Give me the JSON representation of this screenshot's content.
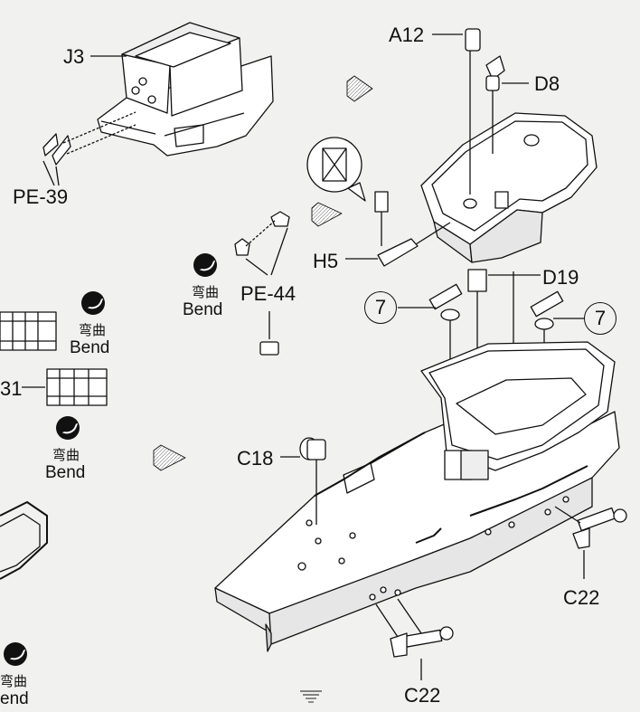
{
  "labels": {
    "j3": "J3",
    "pe39": "PE-39",
    "a12": "A12",
    "d8": "D8",
    "h5": "H5",
    "pe44": "PE-44",
    "d19": "D19",
    "step7_left": "7",
    "step7_right": "7",
    "c18": "C18",
    "c22_right": "C22",
    "c22_bottom": "C22",
    "b1_partial": "31"
  },
  "bend_notes": [
    {
      "cn": "弯曲",
      "en": "Bend"
    },
    {
      "cn": "弯曲",
      "en": "Bend"
    },
    {
      "cn": "弯曲",
      "en": "Bend"
    },
    {
      "cn": "弯曲",
      "en": "end"
    }
  ],
  "colors": {
    "ink": "#111111",
    "paper": "#f1f1f0",
    "part_fill": "#ffffff",
    "shade": "#d8d8d8"
  }
}
